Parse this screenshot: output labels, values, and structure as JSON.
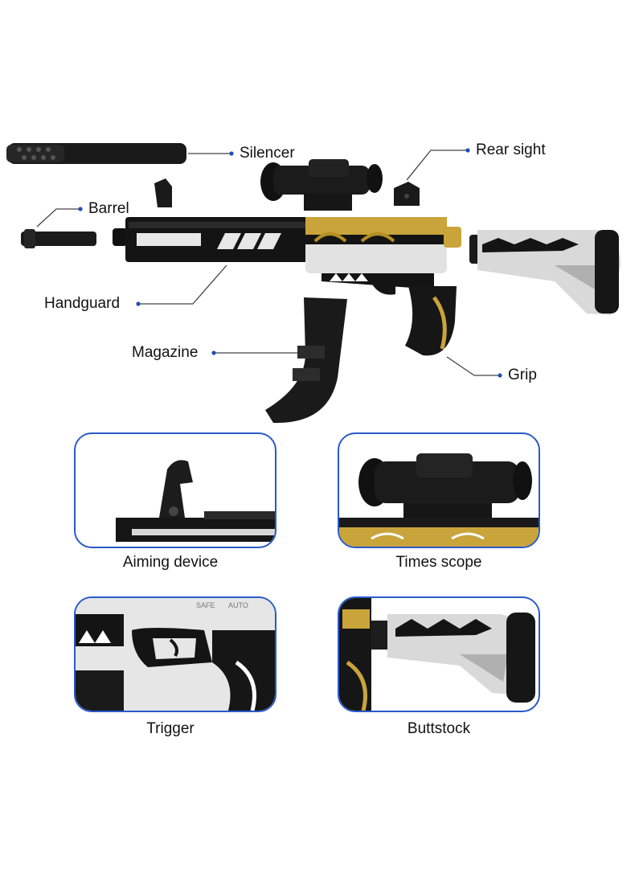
{
  "callouts": {
    "silencer": "Silencer",
    "rear_sight": "Rear sight",
    "barrel": "Barrel",
    "handguard": "Handguard",
    "magazine": "Magazine",
    "grip": "Grip"
  },
  "panels": [
    {
      "caption": "Aiming device"
    },
    {
      "caption": "Times scope"
    },
    {
      "caption": "Trigger"
    },
    {
      "caption": "Buttstock"
    }
  ],
  "receiver_marking": {
    "safe": "SAFE",
    "auto": "AUTO"
  },
  "colors": {
    "accent": "#2a59c9",
    "gold": "#c9a43a",
    "body_black": "#141414",
    "silver": "#d7d7d7"
  }
}
